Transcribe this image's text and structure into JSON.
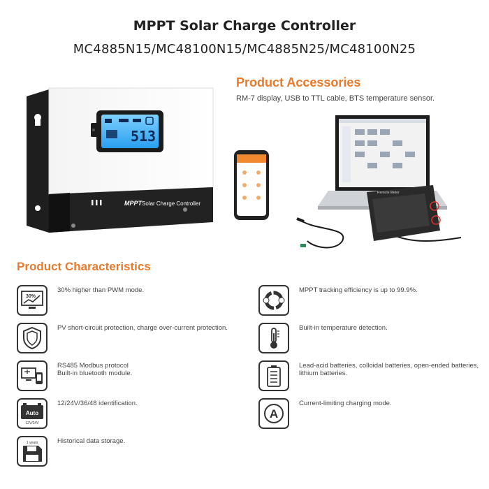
{
  "header": {
    "title": "MPPT Solar Charge Controller",
    "models": "MC4885N15/MC48100N15/MC4885N25/MC48100N25"
  },
  "device": {
    "lcd_value": "513",
    "brand_label": "MPPT",
    "product_label": "Solar Charge Controller"
  },
  "accessories": {
    "title": "Product Accessories",
    "description": "RM-7 display, USB to TTL cable, BTS temperature sensor.",
    "remote_label": "Remote Meter"
  },
  "characteristics": {
    "title": "Product Characteristics",
    "items": [
      {
        "text": "30% higher than  PWM mode.",
        "icon": "chart-up-icon",
        "icon_text": "30%"
      },
      {
        "text": "MPPT tracking efficiency is up to 99.9%.",
        "icon": "cycle-icon",
        "icon_text": ""
      },
      {
        "text": "PV short-circuit protection, charge over-current protection.",
        "icon": "shield-icon",
        "icon_text": ""
      },
      {
        "text": "Built-in temperature detection.",
        "icon": "thermometer-icon",
        "icon_text": ""
      },
      {
        "text": "RS485 Modbus protocol\nBuilt-in bluetooth module.",
        "icon": "devices-icon",
        "icon_text": ""
      },
      {
        "text": "Lead-acid batteries, colloidal batteries, open-ended batteries, lithium batteries.",
        "icon": "battery-icon",
        "icon_text": ""
      },
      {
        "text": "12/24V/36/48 identification.",
        "icon": "auto-battery-icon",
        "icon_text": "Auto",
        "icon_sub": "12V/24V"
      },
      {
        "text": "Current-limiting charging mode.",
        "icon": "ampere-icon",
        "icon_text": "A"
      },
      {
        "text": "Historical data storage.",
        "icon": "floppy-icon",
        "icon_text": "1 years"
      }
    ]
  },
  "colors": {
    "accent": "#e87a2c",
    "lcd": "#39b6ff",
    "device_dark": "#2a2a2a"
  }
}
